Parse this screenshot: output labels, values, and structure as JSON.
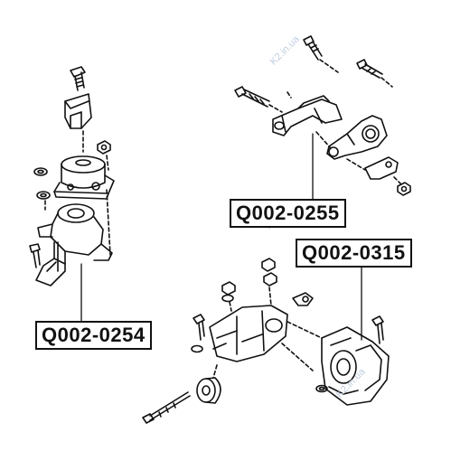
{
  "labels": {
    "part_a": "Q002-0254",
    "part_b": "Q002-0255",
    "part_c": "Q002-0315"
  },
  "watermark": "K2.in.ua",
  "colors": {
    "line": "#111111",
    "label_border": "#111111",
    "watermark": "#b9c8dc"
  }
}
